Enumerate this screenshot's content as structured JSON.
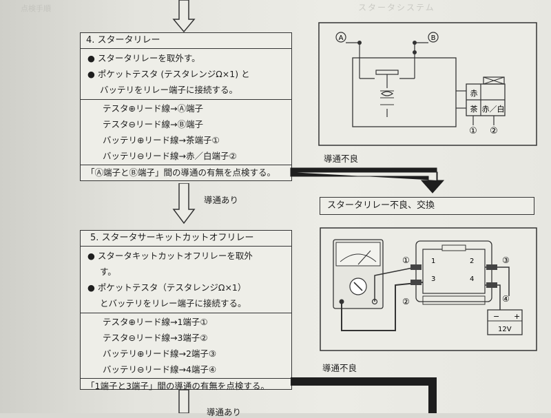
{
  "page": {
    "header_left": "点検手順",
    "header_right": "スタータシステム"
  },
  "step4": {
    "title": "4. スタータリレー",
    "instructions": [
      "スタータリレーを取外す。",
      "ポケットテスタ (テスタレンジΩ×1) と",
      "バッテリをリレー端子に接続する。"
    ],
    "connections": [
      "テスタ⊕リード線→Ⓐ端子",
      "テスタ⊖リード線→Ⓑ端子",
      "バッテリ⊕リード線→茶端子①",
      "バッテリ⊖リード線→赤／白端子②"
    ],
    "check": "「Ⓐ端子とⒷ端子」間の導通の有無を点検する。"
  },
  "step4_diagram": {
    "terminal_a": "A",
    "terminal_b": "B",
    "wire_top": "赤",
    "wire_brown": "茶",
    "wire_red_white": "赤／白",
    "num1": "①",
    "num2": "②"
  },
  "step4_results": {
    "ok_label": "導通あり",
    "ng_label": "導通不良",
    "ng_result": "スタータリレー不良、交換"
  },
  "step5": {
    "title": "5. スタータサーキットカットオフリレー",
    "instructions": [
      "スタータキットカットオフリレーを取外",
      "す。",
      "ポケットテスタ（テスタレンジΩ×1）",
      "とバッテリをリレー端子に接続する。"
    ],
    "connections": [
      "テスタ⊕リード線→1端子①",
      "テスタ⊖リード線→3端子②",
      "バッテリ⊕リード線→2端子③",
      "バッテリ⊖リード線→4端子④"
    ],
    "check": "「1端子と3端子」間の導通の有無を点検する。"
  },
  "step5_diagram": {
    "pin1": "1",
    "pin2": "2",
    "pin3": "3",
    "pin4": "4",
    "lead1": "①",
    "lead2": "②",
    "lead3": "③",
    "lead4": "④",
    "battery": "12V",
    "minus": "−",
    "plus": "+"
  },
  "step5_results": {
    "ng_label": "導通不良",
    "ok_label": "導通あり"
  }
}
